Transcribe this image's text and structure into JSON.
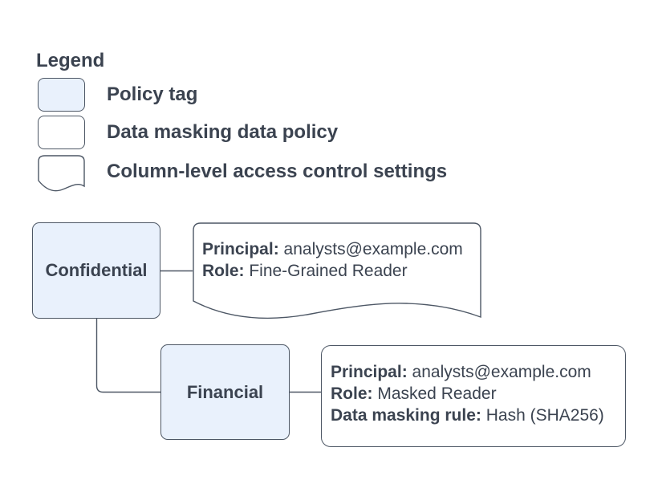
{
  "colors": {
    "policy_tag_fill": "#e9f1fc",
    "note_fill": "#ffffff",
    "stroke": "#4d5765",
    "text": "#3b4350",
    "bg": "#ffffff"
  },
  "legend": {
    "title": "Legend",
    "items": [
      {
        "swatch": "policy-tag-swatch",
        "label": "Policy tag"
      },
      {
        "swatch": "data-masking-policy-swatch",
        "label": "Data masking data policy"
      },
      {
        "swatch": "column-access-settings-swatch",
        "label": "Column-level access control settings"
      }
    ]
  },
  "diagram": {
    "policy_tags": [
      {
        "label": "Confidential"
      },
      {
        "label": "Financial"
      }
    ],
    "column_access_note": {
      "lines": [
        {
          "label": "Principal:",
          "value": " analysts@example.com"
        },
        {
          "label": "Role:",
          "value": " Fine-Grained Reader"
        }
      ]
    },
    "data_policy_note": {
      "lines": [
        {
          "label": "Principal:",
          "value": " analysts@example.com"
        },
        {
          "label": "Role:",
          "value": " Masked Reader"
        },
        {
          "label": "Data masking rule:",
          "value": " Hash (SHA256)"
        }
      ]
    }
  }
}
